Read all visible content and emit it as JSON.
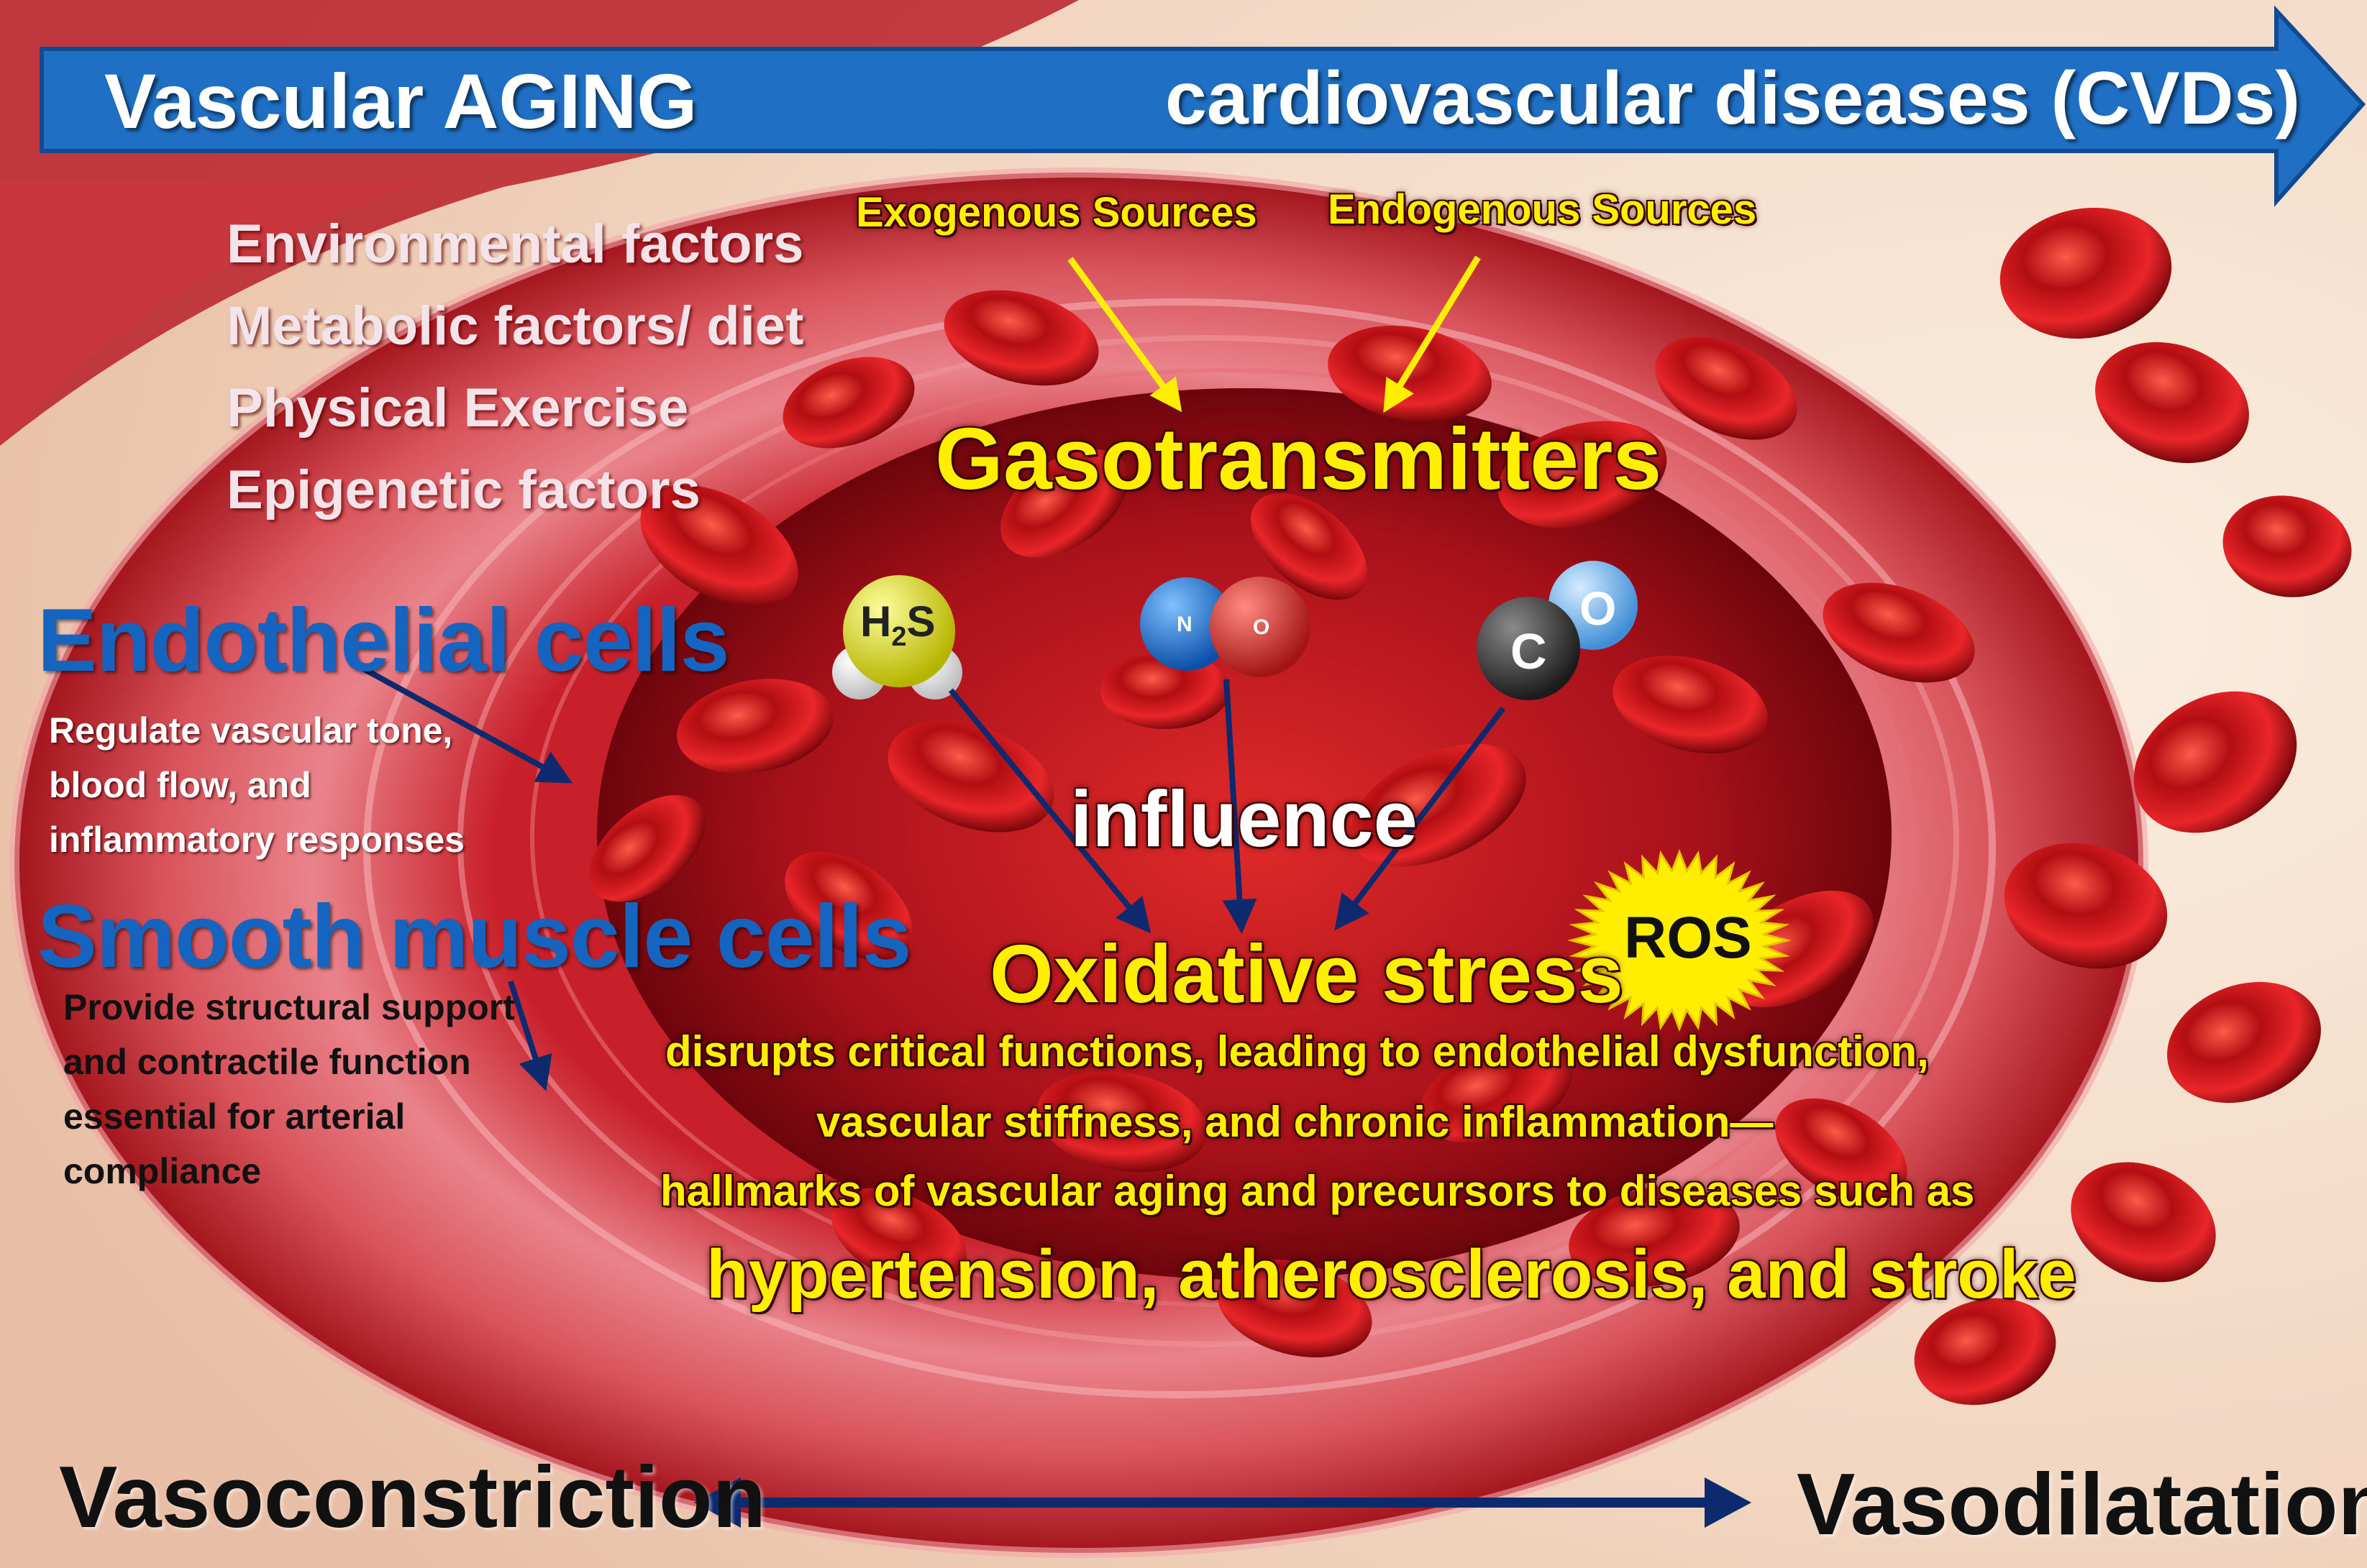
{
  "banner": {
    "left_text": "Vascular AGING",
    "right_text": "cardiovascular diseases (CVDs)",
    "color": "#1f6fc4"
  },
  "factors": [
    "Environmental factors",
    "Metabolic factors/ diet",
    "Physical Exercise",
    "Epigenetic factors"
  ],
  "endothelial": {
    "title": "Endothelial cells",
    "description": "Regulate vascular tone, blood flow, and inflammatory responses"
  },
  "smooth_muscle": {
    "title": "Smooth muscle cells",
    "description": "Provide structural support and contractile function essential for arterial compliance"
  },
  "sources": {
    "exogenous": "Exogenous Sources",
    "endogenous": "Endogenous Sources"
  },
  "gasotransmitters": {
    "title": "Gasotransmitters",
    "molecules": [
      {
        "name": "h2s",
        "label_main": "H",
        "label_sub": "2",
        "label_end": "S",
        "color": "#e4e31a"
      },
      {
        "name": "no",
        "atom1": "N",
        "atom2": "O",
        "color1": "#1e88e5",
        "color2": "#e53935"
      },
      {
        "name": "co",
        "atom1": "C",
        "atom2": "O",
        "color1": "#333333",
        "color2": "#64b5f6"
      }
    ]
  },
  "influence": "influence",
  "oxidative_stress": {
    "title": "Oxidative stress",
    "badge": "ROS",
    "lines": [
      "disrupts critical functions, leading to endothelial dysfunction,",
      "vascular stiffness, and chronic inflammation—",
      "hallmarks of vascular aging and precursors to diseases such as"
    ],
    "diseases": "hypertension, atherosclerosis, and stroke"
  },
  "bottom": {
    "left": "Vasoconstriction",
    "right": "Vasodilatation"
  },
  "colors": {
    "accent_yellow": "#ffee00",
    "title_blue": "#1565c0",
    "arrow_navy": "#0d2a6e",
    "blood_red": "#c4161c"
  }
}
